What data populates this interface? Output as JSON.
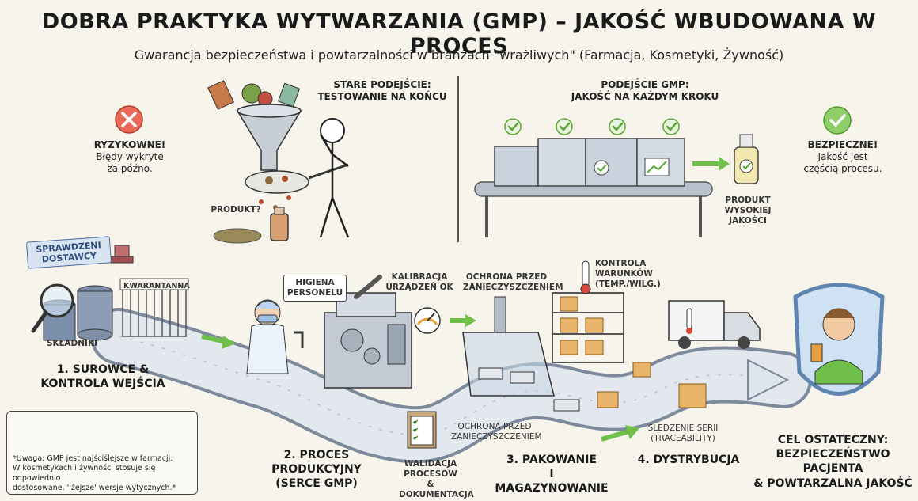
{
  "title": "DOBRA PRAKTYKA WYTWARZANIA (GMP) – JAKOŚĆ WBUDOWANA W PROCES",
  "subtitle": "Gwarancja bezpieczeństwa i powtarzalności w branżach \"wrażliwych\" (Farmacja, Kosmetyki, Żywność)",
  "old_approach": {
    "heading_line1": "STARE PODEJŚCIE:",
    "heading_line2": "TESTOWANIE NA KOŃCU",
    "risk_title": "RYZYKOWNE!",
    "risk_line1": "Błędy wykryte",
    "risk_line2": "za późno.",
    "product_label": "PRODUKT?"
  },
  "gmp_approach": {
    "heading_line1": "PODEJŚCIE GMP:",
    "heading_line2": "JAKOŚĆ NA KAŻDYM KROKU",
    "safe_title": "BEZPIECZNE!",
    "safe_line1": "Jakość jest",
    "safe_line2": "częścią procesu.",
    "product_line1": "PRODUKT",
    "product_line2": "WYSOKIEJ",
    "product_line3": "JAKOŚCI"
  },
  "process": {
    "suppliers_line1": "SPRAWDZENI",
    "suppliers_line2": "DOSTAWCY",
    "quarantine": "KWARANTANNA",
    "ingredients": "SKŁADNIKI",
    "step1_line1": "1. SUROWCE &",
    "step1_line2": "KONTROLA WEJŚCIA",
    "hygiene_line1": "HIGIENA",
    "hygiene_line2": "PERSONELU",
    "calibration_line1": "KALIBRACJA",
    "calibration_line2": "URZĄDZEŃ OK",
    "contamination_top_line1": "OCHRONA PRZED",
    "contamination_top_line2": "ZANIECZYSZCZENIEM",
    "conditions_line1": "KONTROLA",
    "conditions_line2": "WARUNKÓW",
    "conditions_line3": "(TEMP./WILG.)",
    "contamination_bottom_line1": "OCHRONA PRZED",
    "contamination_bottom_line2": "ZANIECZYSZCZENIEM",
    "validation_line1": "WALIDACJA",
    "validation_line2": "PROCESÓW &",
    "validation_line3": "DOKUMENTACJA",
    "step2_line1": "2. PROCES PRODUKCYJNY",
    "step2_line2": "(SERCE GMP)",
    "step3_line1": "3. PAKOWANIE",
    "step3_line2": "I MAGAZYNOWANIE",
    "traceability_line1": "ŚLEDZENIE SERII",
    "traceability_line2": "(TRACEABILITY)",
    "step4": "4. DYSTRYBUCJA",
    "goal_line1": "CEL OSTATECZNY:",
    "goal_line2": "BEZPIECZEŃSTWO PACJENTA",
    "goal_line3": "& POWTARZALNA JAKOŚĆ"
  },
  "note": {
    "line1": "*Uwaga: GMP jest najściślejsze w farmacji.",
    "line2": "W kosmetykach i żywności stosuje się odpowiednio",
    "line3": "dostosowane, 'lżejsze' wersje wytycznych.*"
  },
  "colors": {
    "belt": "#9aa8b8",
    "belt_light": "#dfe5ec",
    "check_green": "#5aa832",
    "risk_red": "#d94a3a",
    "shield_blue": "#7ea3cf",
    "arrow_green": "#6fbf4a"
  }
}
